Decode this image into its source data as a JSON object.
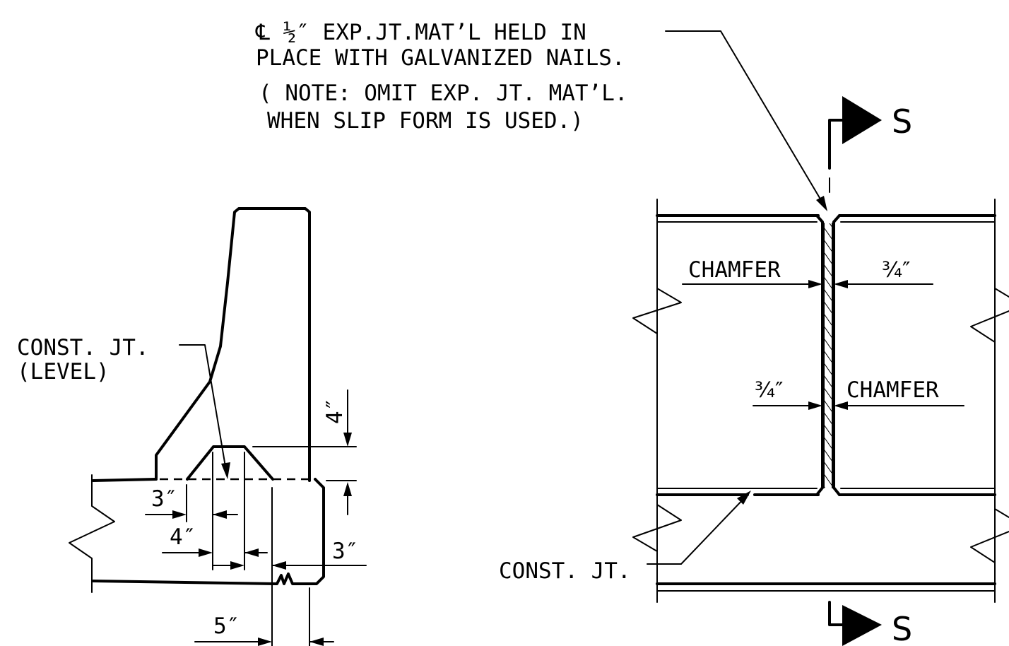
{
  "notes": {
    "exp_joint_line1": "℄ ½″ EXP.JT.MAT’L HELD IN",
    "exp_joint_line2": "PLACE WITH GALVANIZED NAILS.",
    "omit_line1": "( NOTE: OMIT EXP. JT. MAT’L.",
    "omit_line2": "WHEN SLIP FORM IS USED.)"
  },
  "section_view": {
    "const_jt_label_line1": "CONST. JT.",
    "const_jt_label_line2": "(LEVEL)",
    "dim_4_vertical": "4″",
    "dim_3_left": "3″",
    "dim_4_lower": "4″",
    "dim_3_right": "3″",
    "dim_5": "5″"
  },
  "plan_view": {
    "chamfer_top": "CHAMFER",
    "dim_three_quarter_top": "¾″",
    "dim_three_quarter_mid": "¾″",
    "chamfer_mid": "CHAMFER",
    "const_jt_label": "CONST. JT.",
    "section_mark_top": "S",
    "section_mark_bottom": "S"
  }
}
